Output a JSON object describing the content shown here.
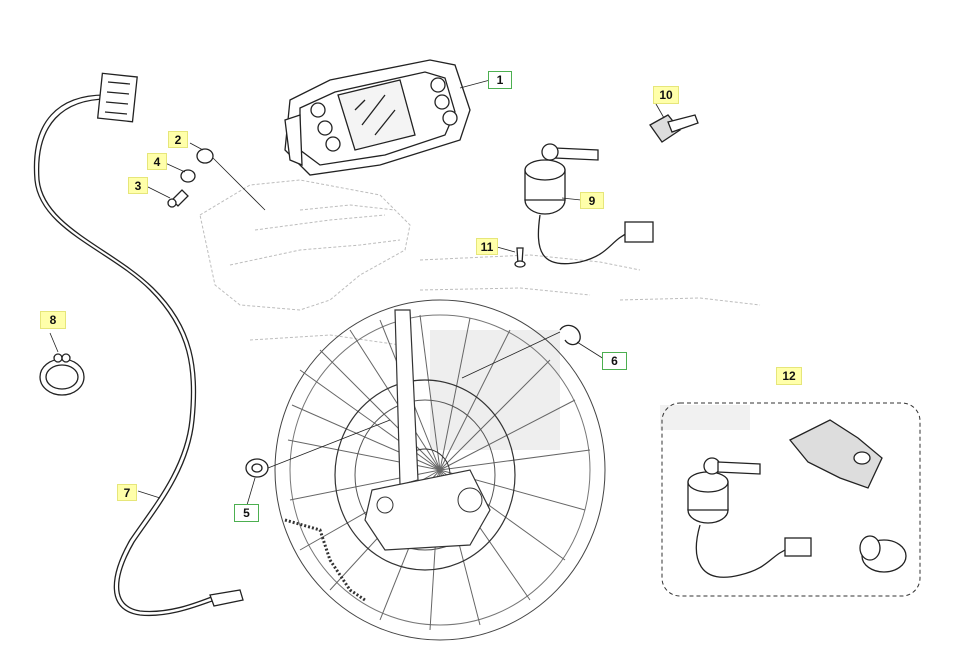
{
  "diagram": {
    "callouts": [
      {
        "id": "1",
        "label": "1",
        "style": "green"
      },
      {
        "id": "2",
        "label": "2",
        "style": "yellow"
      },
      {
        "id": "3",
        "label": "3",
        "style": "yellow"
      },
      {
        "id": "4",
        "label": "4",
        "style": "yellow"
      },
      {
        "id": "5",
        "label": "5",
        "style": "green"
      },
      {
        "id": "6",
        "label": "6",
        "style": "green"
      },
      {
        "id": "7",
        "label": "7",
        "style": "yellow"
      },
      {
        "id": "8",
        "label": "8",
        "style": "yellow"
      },
      {
        "id": "9",
        "label": "9",
        "style": "yellow"
      },
      {
        "id": "10",
        "label": "10",
        "style": "yellow"
      },
      {
        "id": "11",
        "label": "11",
        "style": "yellow"
      },
      {
        "id": "12",
        "label": "12",
        "style": "yellow"
      }
    ],
    "colors": {
      "line": "#222222",
      "ghost": "#b5b5b5",
      "highlight": "#ffffaa",
      "green_border": "#4caf50"
    }
  }
}
